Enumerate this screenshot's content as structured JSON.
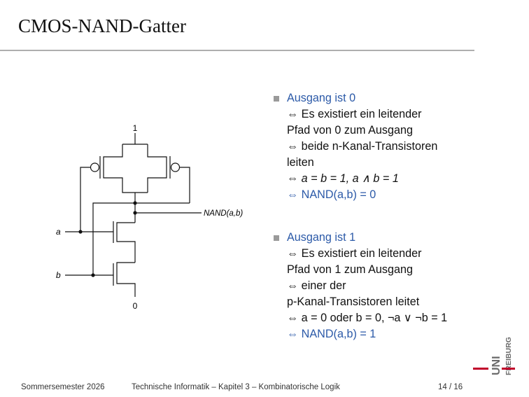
{
  "slide": {
    "title": "CMOS-NAND-Gatter"
  },
  "circuit": {
    "label_vdd": "1",
    "label_gnd": "0",
    "label_a": "a",
    "label_b": "b",
    "output_label": "NAND(a,b)"
  },
  "bullets": [
    {
      "heading": "Ausgang ist 0",
      "lines": {
        "l1": "⇔ Es existiert ein leitender",
        "l2": "Pfad von 0 zum Ausgang",
        "l3": "⇔ beide n-Kanal-Transistoren",
        "l4": "leiten",
        "l5": "⇔ a = b = 1, a ∧ b = 1",
        "l6": "⇔ NAND(a,b) = 0"
      }
    },
    {
      "heading": "Ausgang ist 1",
      "lines": {
        "l1": "⇔ Es existiert ein leitender",
        "l2": "Pfad von 1 zum Ausgang",
        "l3": "⇔ einer der",
        "l4": "p-Kanal-Transistoren leitet",
        "l5": "⇔ a = 0 oder b = 0, ¬a ∨ ¬b = 1",
        "l6": "⇔ NAND(a,b) = 1"
      }
    }
  ],
  "footer": {
    "semester": "Sommersemester 2026",
    "course": "Technische Informatik – Kapitel 3 – Kombinatorische Logik",
    "page": "14 / 16"
  },
  "logo": {
    "line1": "UNI",
    "line2": "FREIBURG",
    "accent_color": "#c1002a"
  },
  "colors": {
    "accent": "#2c5aa8",
    "rule": "#aeaeae",
    "bullet": "#9a9a9a"
  }
}
